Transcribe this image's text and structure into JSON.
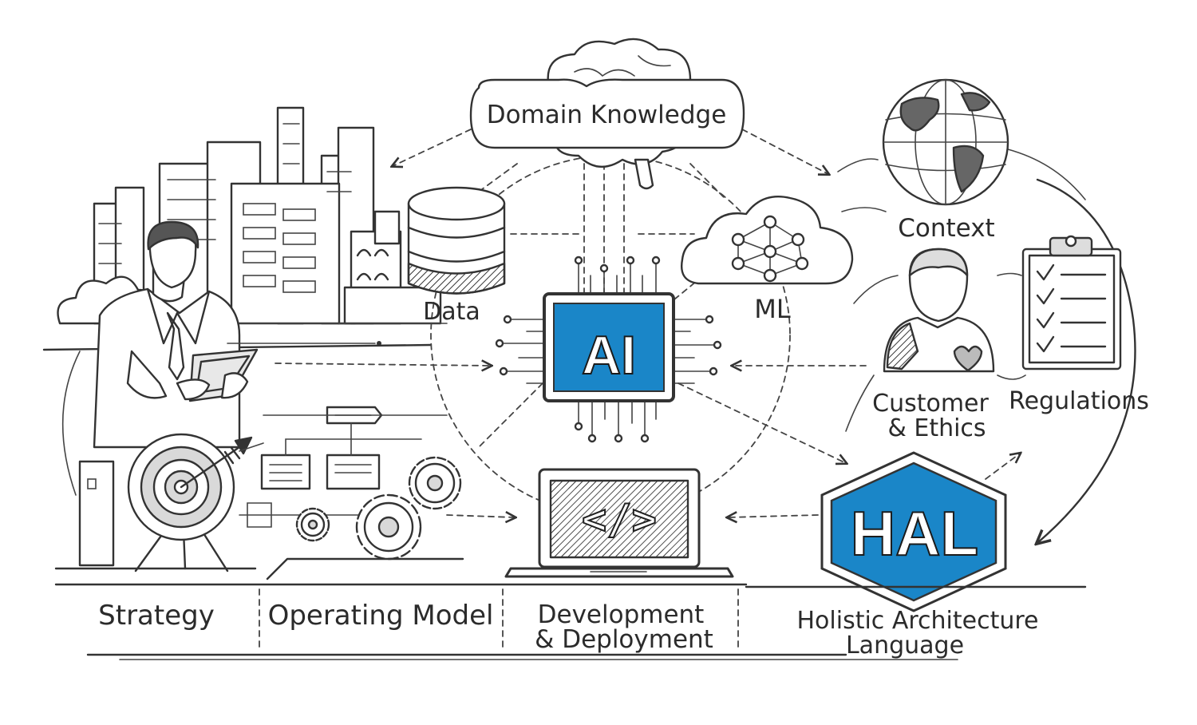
{
  "labels": {
    "domain_knowledge": "Domain Knowledge",
    "data": "Data",
    "ml": "ML",
    "context": "Context",
    "ai": "AI",
    "customer_line1": "Customer",
    "customer_line2": "& Ethics",
    "regulations": "Regulations",
    "hal": "HAL",
    "strategy": "Strategy",
    "operating_model": "Operating Model",
    "dev_line1": "Development",
    "dev_line2": "& Deployment",
    "hal_full_line1": "Holistic Architecture",
    "hal_full_line2": "Language",
    "code_glyph": "</>"
  },
  "colors": {
    "accent_blue": "#1a86c8",
    "ink": "#333333"
  },
  "icons": [
    "brain-icon",
    "database-icon",
    "cloud-network-icon",
    "globe-icon",
    "chip-icon",
    "person-icon",
    "clipboard-icon",
    "hexagon-icon",
    "businessman-icon",
    "target-icon",
    "gears-icon",
    "laptop-icon",
    "city-icon"
  ]
}
